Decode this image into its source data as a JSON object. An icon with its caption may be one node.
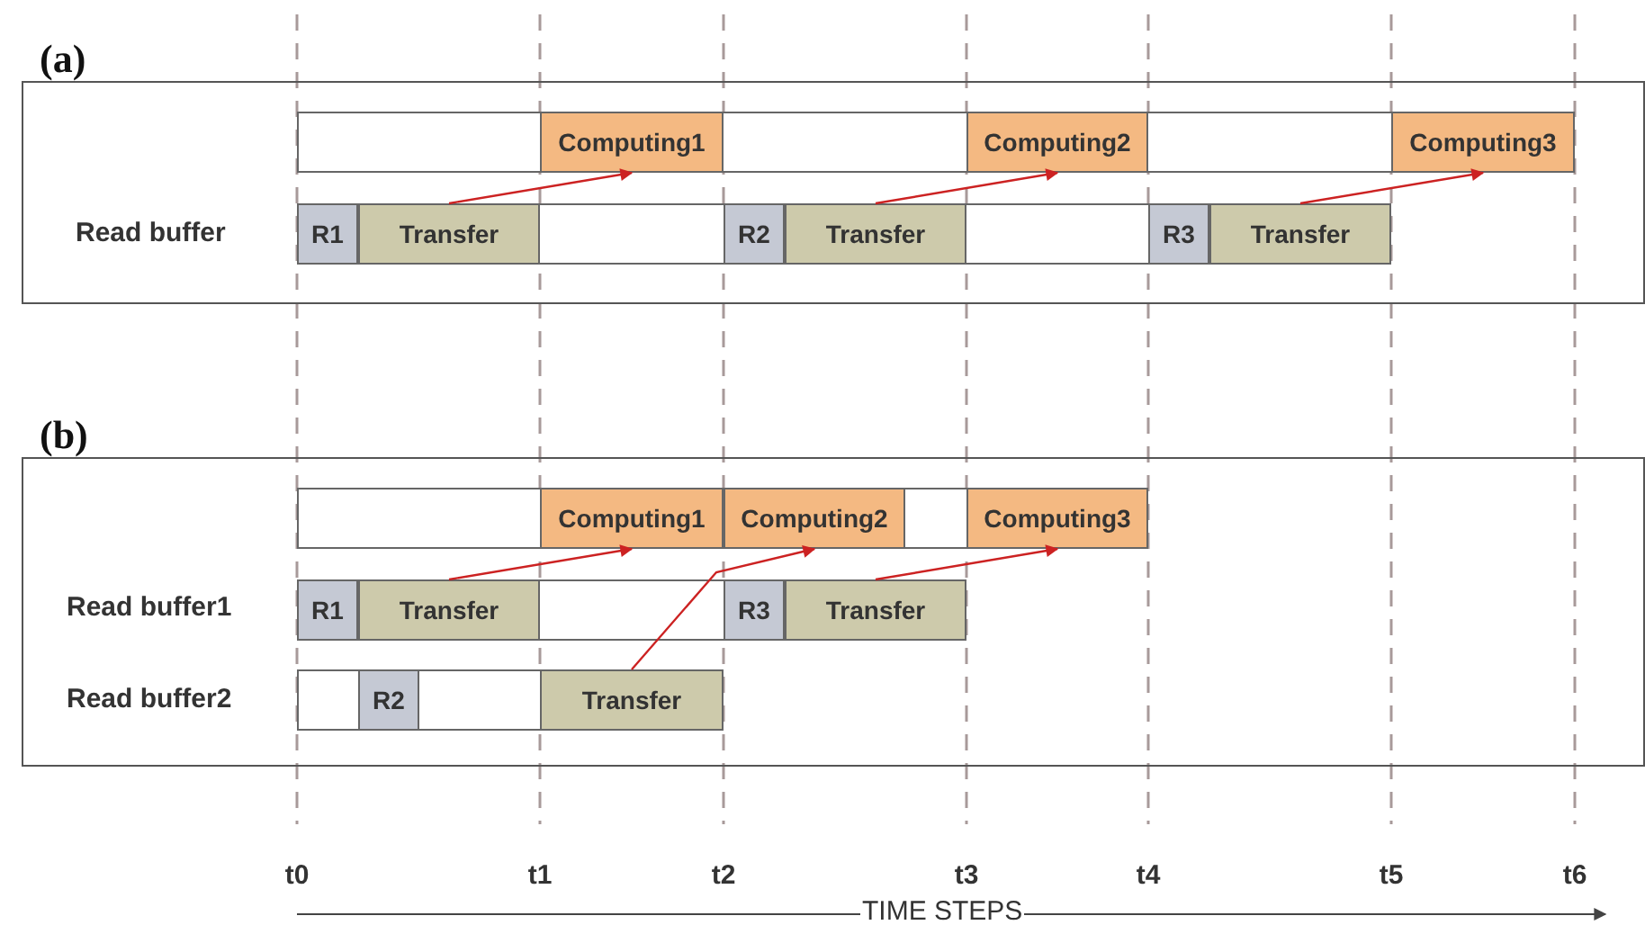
{
  "diagram": {
    "nodes": [
      {
        "text": [
          "(a)"
        ]
      },
      {
        "text": [
          "Computing1"
        ],
        "in": 0
      },
      {
        "text": [
          "Computing2"
        ],
        "in": 0
      },
      {
        "text": [
          "Computing3"
        ],
        "in": 0
      },
      {
        "text": [
          "R1"
        ],
        "in": 0
      },
      {
        "text": [
          "Transfer"
        ],
        "in": 0
      },
      {
        "text": [
          "R2"
        ],
        "in": 0
      },
      {
        "text": [
          "Transfer"
        ],
        "in": 0
      },
      {
        "text": [
          "R3"
        ],
        "in": 0
      },
      {
        "text": [
          "Transfer"
        ],
        "in": 0
      },
      {
        "text": [
          "(b)"
        ]
      },
      {
        "text": [
          "Computing1"
        ],
        "in": 10
      },
      {
        "text": [
          "Computing2"
        ],
        "in": 10
      },
      {
        "text": [
          "Computing3"
        ],
        "in": 10
      },
      {
        "text": [
          "R1"
        ],
        "in": 10
      },
      {
        "text": [
          "Transfer"
        ],
        "in": 10
      },
      {
        "text": [
          "R3"
        ],
        "in": 10
      },
      {
        "text": [
          "Transfer"
        ],
        "in": 10
      },
      {
        "text": [
          "R2"
        ],
        "in": 10
      },
      {
        "text": [
          "Transfer"
        ],
        "in": 10
      }
    ],
    "edges": [
      {
        "from": 5,
        "to": 1,
        "arrow": "to"
      },
      {
        "from": 7,
        "to": 2,
        "arrow": "to"
      },
      {
        "from": 9,
        "to": 3,
        "arrow": "to"
      },
      {
        "from": 15,
        "to": 11,
        "arrow": "to"
      },
      {
        "from": 19,
        "to": 12,
        "arrow": "to"
      },
      {
        "from": 17,
        "to": 13,
        "arrow": "to"
      }
    ],
    "labels": [
      "Read buffer",
      "Read buffer1",
      "Read buffer2",
      "t0",
      "t1",
      "t2",
      "t3",
      "t4",
      "t5",
      "t6",
      "TIME STEPS"
    ]
  }
}
